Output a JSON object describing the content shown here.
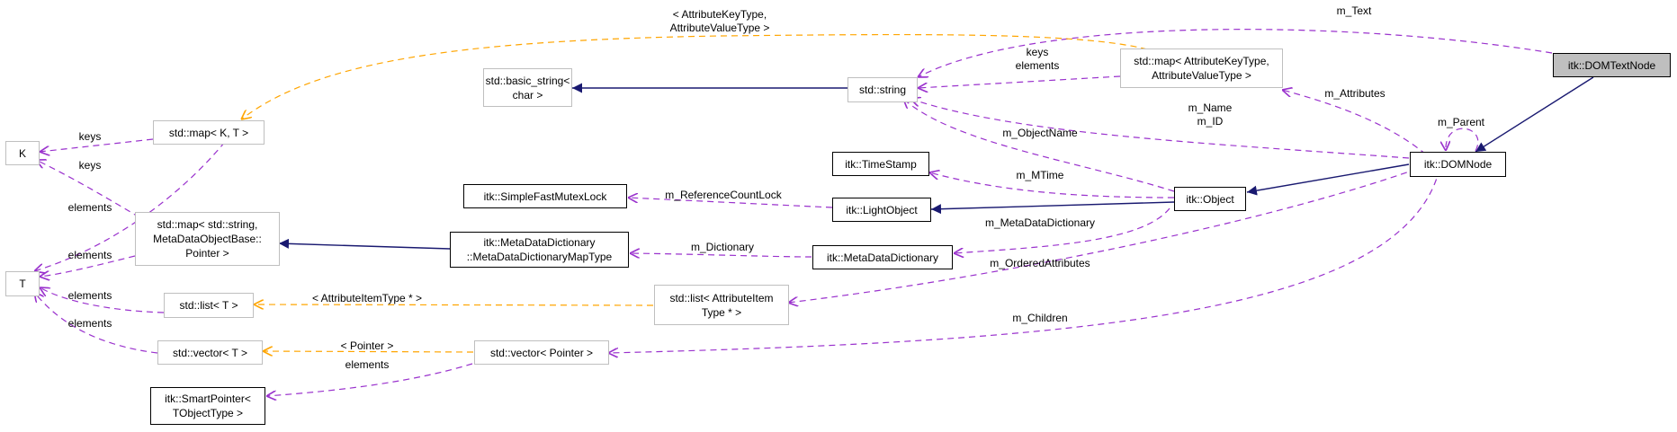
{
  "colors": {
    "inheritance": "#191970",
    "usage": "#9a32cd",
    "template": "#ffa500",
    "node_border_documented": "#000000",
    "node_border_undocumented": "#bfbfbf",
    "focus_fill": "#bfbfbf"
  },
  "nodes": {
    "dom_text_node": "itk::DOMTextNode",
    "dom_node": "itk::DOMNode",
    "object": "itk::Object",
    "light_object": "itk::LightObject",
    "time_stamp": "itk::TimeStamp",
    "simple_fast_mutex_lock": "itk::SimpleFastMutexLock",
    "meta_data_dictionary": "itk::MetaDataDictionary",
    "meta_data_dictionary_map_type": "itk::MetaDataDictionary\n::MetaDataDictionaryMapType",
    "smart_pointer": "itk::SmartPointer<\n TObjectType >",
    "std_string": "std::string",
    "basic_string": "std::basic_string<\n char >",
    "map_attr": "std::map< AttributeKeyType,\n AttributeValueType >",
    "map_kt": "std::map< K, T >",
    "map_string_meta": "std::map< std::string,\n MetaDataObjectBase::\nPointer >",
    "list_attr": "std::list< AttributeItem\nType * >",
    "list_t": "std::list< T >",
    "vector_pointer": "std::vector< Pointer >",
    "vector_t": "std::vector< T >",
    "k": "K",
    "t": "T"
  },
  "edge_labels": {
    "m_text": "m_Text",
    "attr_template": "< AttributeKeyType,\nAttributeValueType >",
    "keys_elements": "keys\nelements",
    "m_attributes": "m_Attributes",
    "m_parent": "m_Parent",
    "m_name_id": "m_Name\nm_ID",
    "m_object_name": "m_ObjectName",
    "m_mtime": "m_MTime",
    "m_reference_count_lock": "m_ReferenceCountLock",
    "m_meta_data_dictionary": "m_MetaDataDictionary",
    "m_dictionary": "m_Dictionary",
    "m_ordered_attributes": "m_OrderedAttributes",
    "attr_item_template": "< AttributeItemType * >",
    "m_children": "m_Children",
    "pointer_template": "< Pointer >",
    "elements_smart": "elements",
    "keys_k": "keys",
    "keys_k2": "keys",
    "elements_t1": "elements",
    "elements_t2": "elements",
    "elements_t3": "elements",
    "elements_t4": "elements"
  }
}
